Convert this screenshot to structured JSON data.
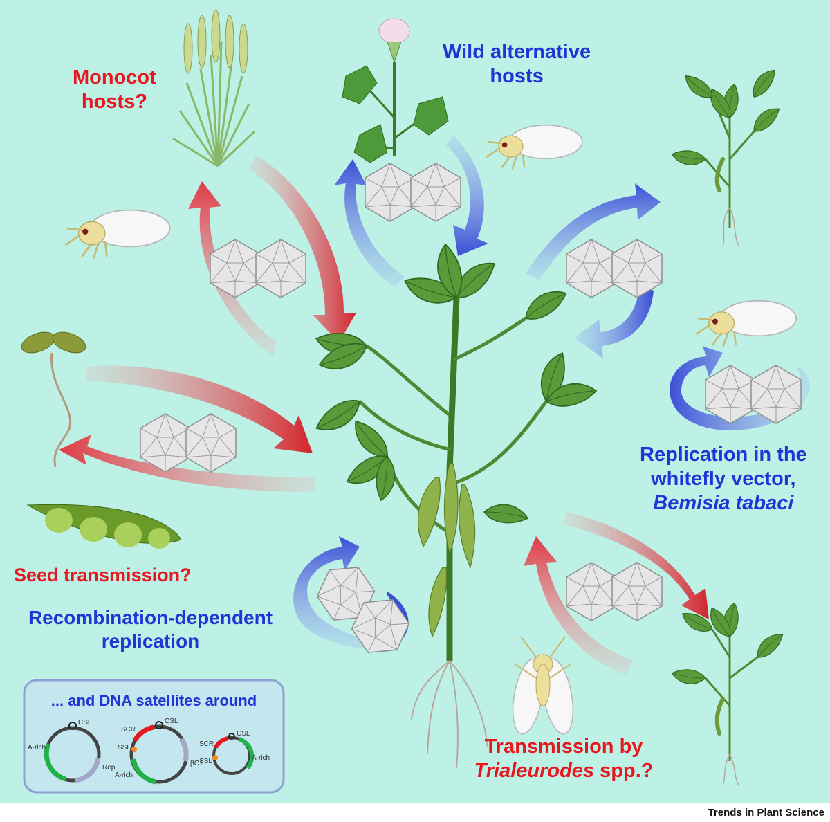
{
  "labels": {
    "monocot_line1": "Monocot",
    "monocot_line2": "hosts?",
    "wild_line1": "Wild alternative",
    "wild_line2": "hosts",
    "whitefly_line1": "Replication in the",
    "whitefly_line2": "whitefly vector,",
    "whitefly_line3": "Bemisia tabaci",
    "seed": "Seed transmission?",
    "recomb_line1": "Recombination-dependent",
    "recomb_line2": "replication",
    "trial_line1": "Transmission by",
    "trial_line2_italic": "Trialeurodes",
    "trial_line2_rest": " spp.?"
  },
  "satellites_box": {
    "title": "... and DNA satellites around",
    "circle1": [
      "CSL",
      "A-rich",
      "Rep"
    ],
    "circle2": [
      "CSL",
      "SCR",
      "SSL",
      "A-rich",
      "βC1"
    ],
    "circle3": [
      "CSL",
      "SCR",
      "SSL",
      "A-rich"
    ]
  },
  "footer": {
    "source": "Trends in Plant Science"
  },
  "colors": {
    "background": "#bdf1e6",
    "red": "#e8171f",
    "blue": "#1f35d6",
    "red_arrow": "#d6353d",
    "blue_arrow": "#3f52d6"
  }
}
